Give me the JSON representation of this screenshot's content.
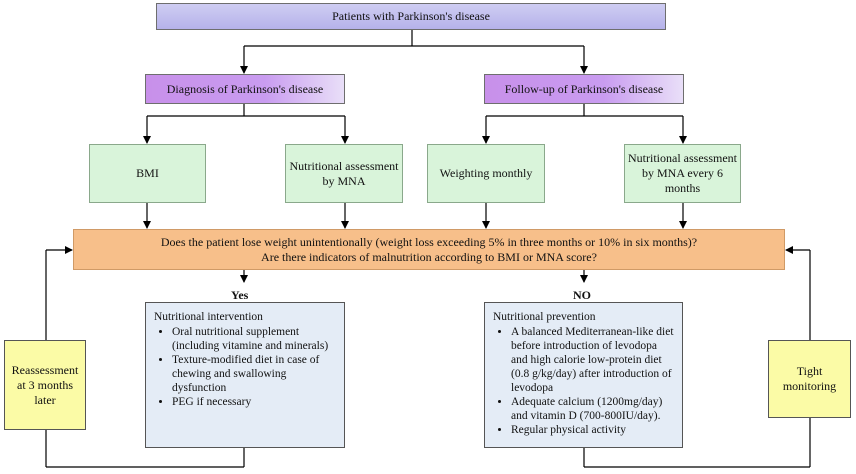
{
  "top": "Patients with Parkinson's disease",
  "diagnosis": "Diagnosis of Parkinson's disease",
  "followup": "Follow-up of Parkinson's disease",
  "bmi": "BMI",
  "mna": "Nutritional assessment by MNA",
  "weighting": "Weighting monthly",
  "mna6": "Nutritional assessment by MNA every 6 months",
  "question": {
    "line1": "Does the patient lose weight unintentionally (weight loss exceeding 5% in three months or 10% in six months)?",
    "line2": "Are there indicators of malnutrition according to BMI or MNA score?"
  },
  "yes_label": "Yes",
  "no_label": "NO",
  "intervention": {
    "title": "Nutritional intervention",
    "items": [
      "Oral nutritional supplement (including vitamine and minerals)",
      "Texture-modified diet in case of chewing and swallowing dysfunction",
      "PEG if necessary"
    ]
  },
  "prevention": {
    "title": "Nutritional prevention",
    "items": [
      "A balanced Mediterranean-like diet before introduction of levodopa and high calorie low-protein diet (0.8 g/kg/day) after introduction of levodopa",
      "Adequate calcium (1200mg/day) and vitamin D (700-800IU/day).",
      "Regular physical activity"
    ]
  },
  "reassessment": "Reassessment at 3 months later",
  "tight": "Tight monitoring"
}
